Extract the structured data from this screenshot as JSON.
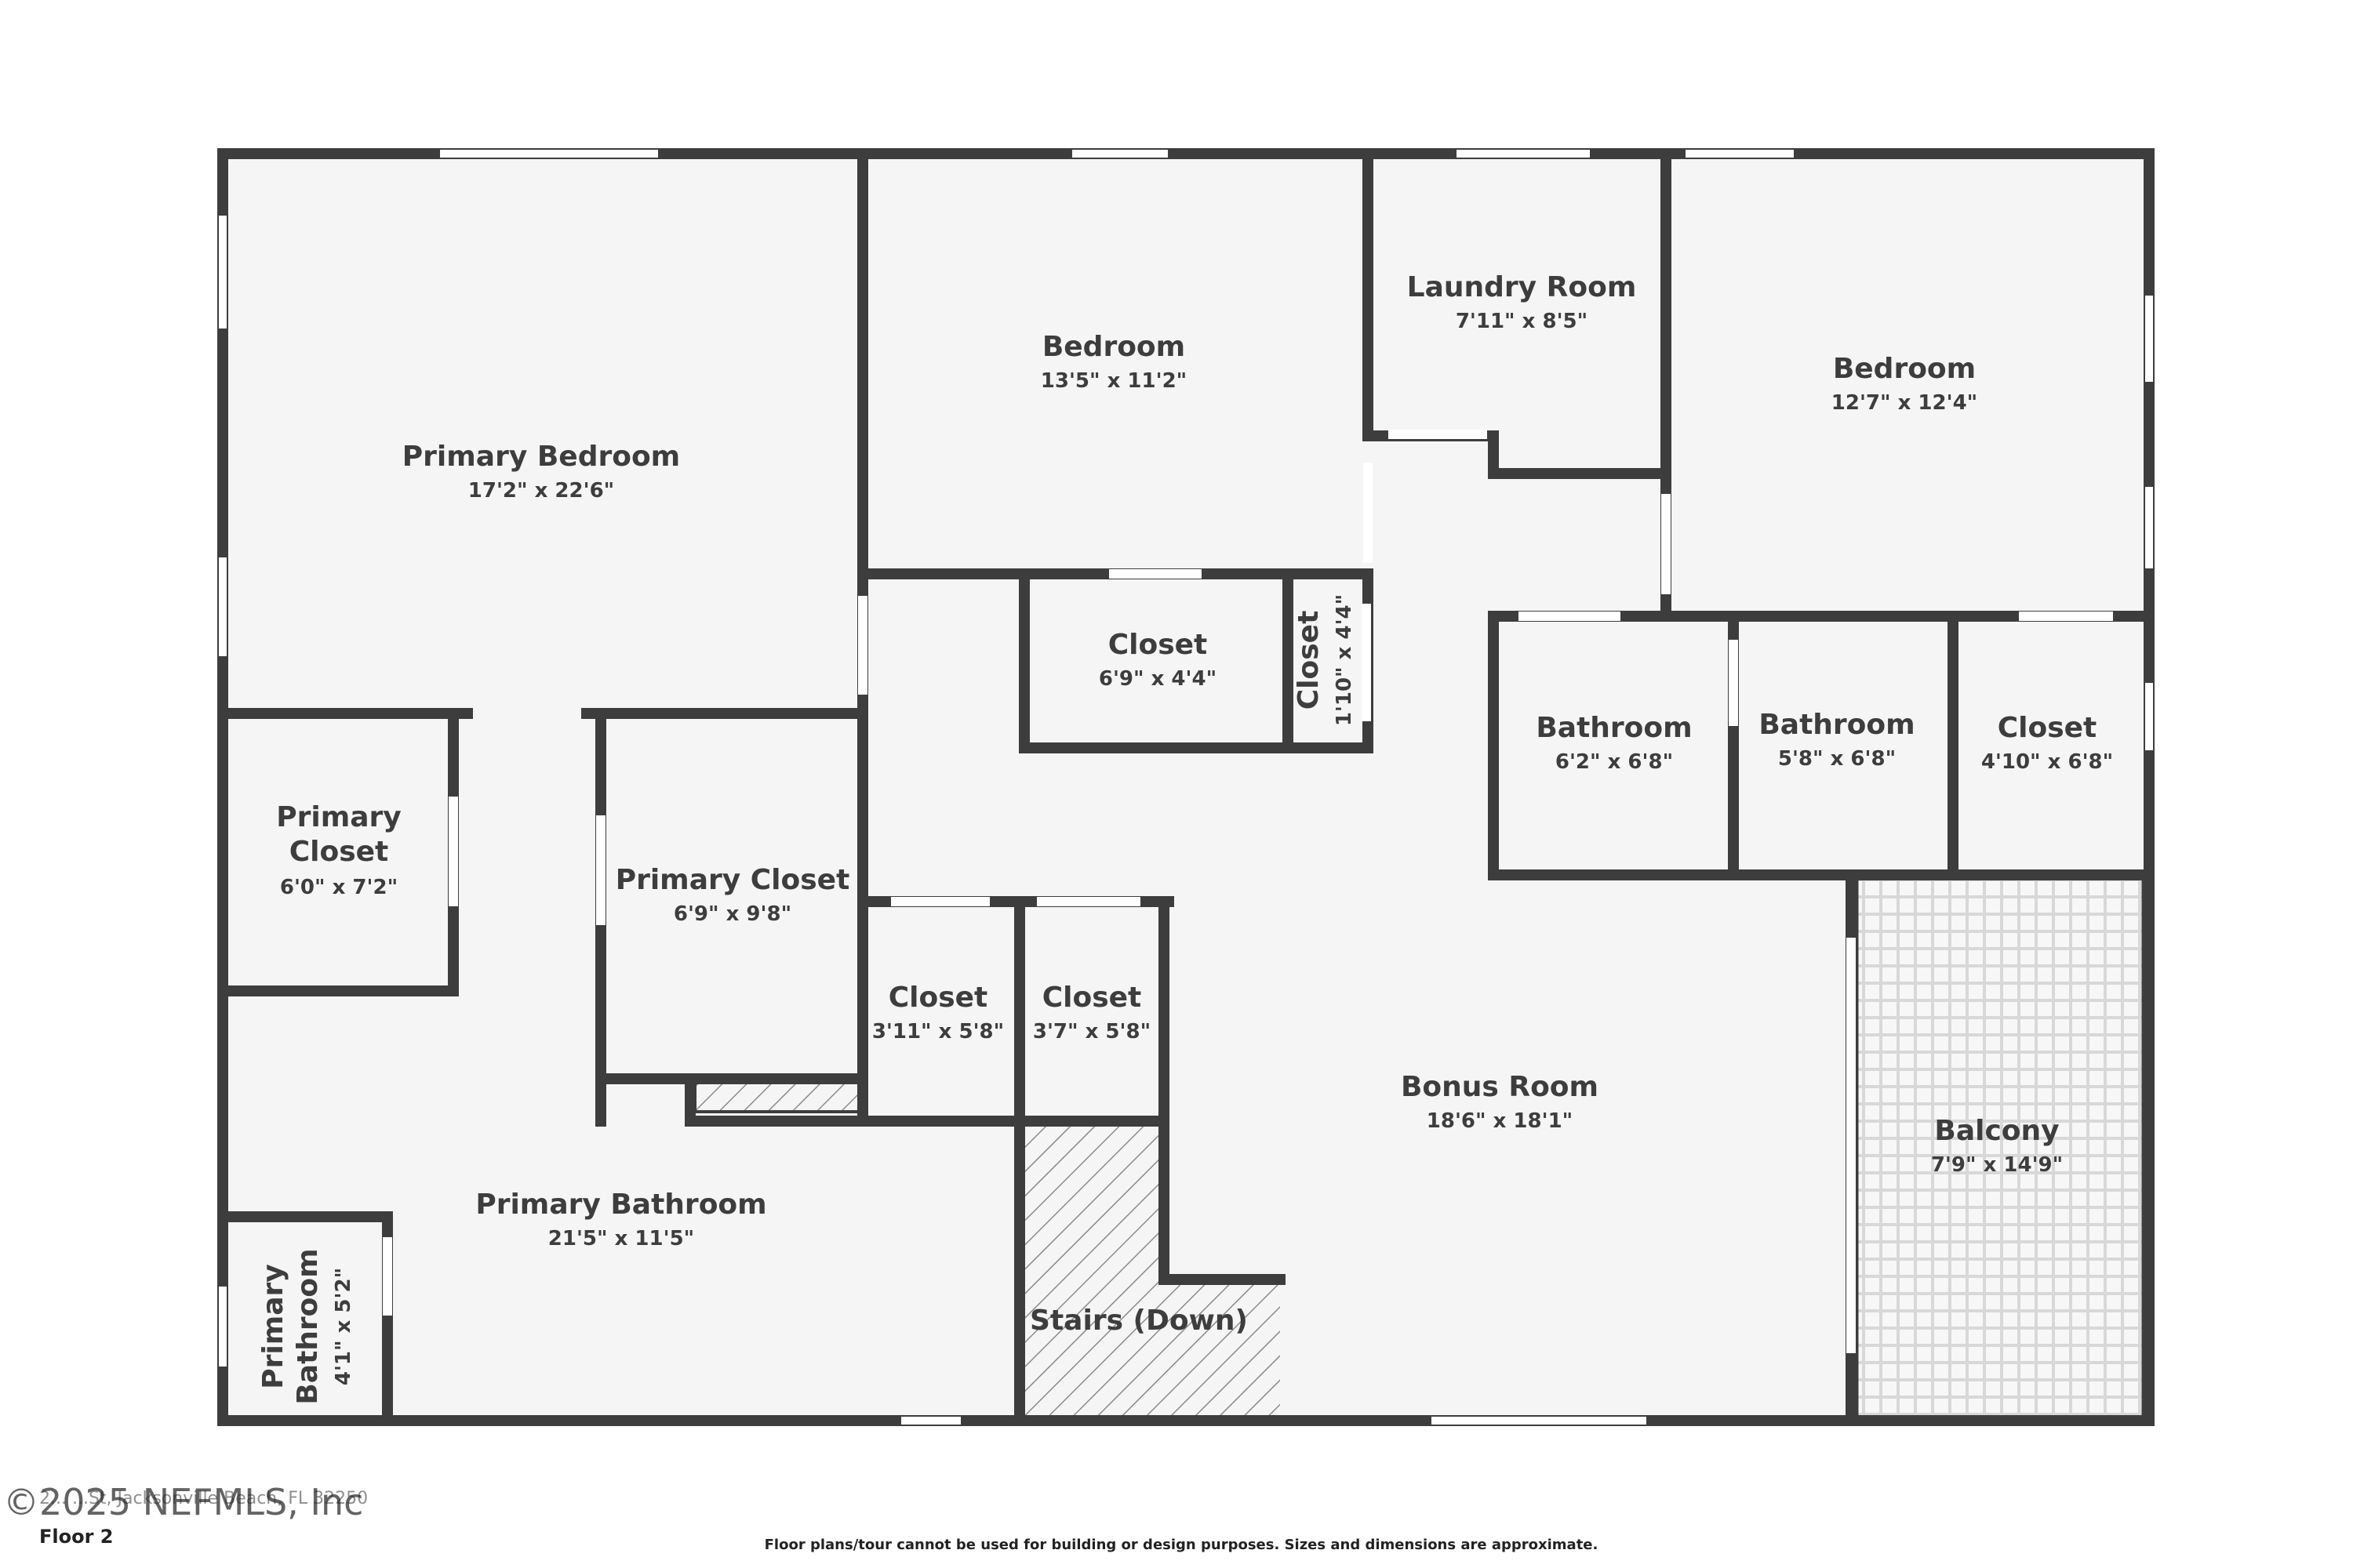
{
  "rooms": {
    "primary_bedroom": {
      "label": "Primary Bedroom",
      "dims": "17'2\" x 22'6\""
    },
    "bedroom_a": {
      "label": "Bedroom",
      "dims": "13'5\" x 11'2\""
    },
    "laundry_room": {
      "label": "Laundry Room",
      "dims": "7'11\" x 8'5\""
    },
    "bedroom_b": {
      "label": "Bedroom",
      "dims": "12'7\" x 12'4\""
    },
    "closet_a": {
      "label": "Closet",
      "dims": "6'9\" x 4'4\""
    },
    "closet_small": {
      "label": "Closet",
      "dims": "1'10\" x 4'4\""
    },
    "bathroom_a": {
      "label": "Bathroom",
      "dims": "6'2\" x 6'8\""
    },
    "bathroom_b": {
      "label": "Bathroom",
      "dims": "5'8\" x 6'8\""
    },
    "closet_b": {
      "label": "Closet",
      "dims": "4'10\" x 6'8\""
    },
    "primary_closet_a": {
      "label_line1": "Primary",
      "label_line2": "Closet",
      "dims": "6'0\" x 7'2\""
    },
    "primary_closet_b": {
      "label": "Primary Closet",
      "dims": "6'9\" x 9'8\""
    },
    "closet_c": {
      "label": "Closet",
      "dims": "3'11\" x 5'8\""
    },
    "closet_d": {
      "label": "Closet",
      "dims": "3'7\" x 5'8\""
    },
    "bonus_room": {
      "label": "Bonus Room",
      "dims": "18'6\" x 18'1\""
    },
    "balcony": {
      "label": "Balcony",
      "dims": "7'9\" x 14'9\""
    },
    "primary_bathroom": {
      "label": "Primary Bathroom",
      "dims": "21'5\" x 11'5\""
    },
    "primary_bathroom_small": {
      "label_line1": "Primary",
      "label_line2": "Bathroom",
      "dims": "4'1\" x 5'2\""
    },
    "stairs": {
      "label": "Stairs (Down)"
    }
  },
  "footer": {
    "watermark": "©2025 NEFMLS, Inc",
    "address": "2... ...St, Jacksonville Beach, FL 32250",
    "floor": "Floor 2",
    "disclaimer": "Floor plans/tour cannot be used for building or design purposes. Sizes and dimensions are approximate."
  },
  "colors": {
    "wall": "#3d3d3d",
    "floor": "#f5f5f5",
    "window": "#ffffff",
    "text": "#3d3d3d"
  }
}
